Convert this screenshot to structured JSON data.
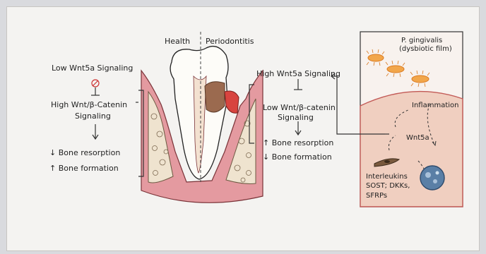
{
  "labels": {
    "health": "Health",
    "periodontitis": "Periodontitis",
    "low_wnt5a": "Low Wnt5a Signaling",
    "high_wnt_catenin_l1": "High Wnt/β-Catenin",
    "high_wnt_catenin_l2": "Signaling",
    "bone_resorption_left": "↓ Bone resorption",
    "bone_formation_left": "↑ Bone formation",
    "high_wnt5a": "High Wnt5a Signaling",
    "low_wnt_catenin_l1": "Low Wnt/β-catenin",
    "low_wnt_catenin_l2": "Signaling",
    "bone_resorption_right": "↑ Bone resorption",
    "bone_formation_right": "↓ Bone formation",
    "pg_l1": "P. gingivalis",
    "pg_l2": "(dysbiotic film)",
    "inflammation": "Inflammation",
    "wnt5a": "Wnt5a",
    "interleukins": "Interleukins",
    "sost": "SOST; DKKs,",
    "sfrps": "SFRPs"
  },
  "colors": {
    "gum_pink": "#e49aa0",
    "bone_fill": "#efe3cf",
    "caries_brown": "#9b6a4f",
    "panel_bg": "#f3d9cc",
    "bacteria": "#f2a64a",
    "cell_blue": "#5a7fa6"
  }
}
